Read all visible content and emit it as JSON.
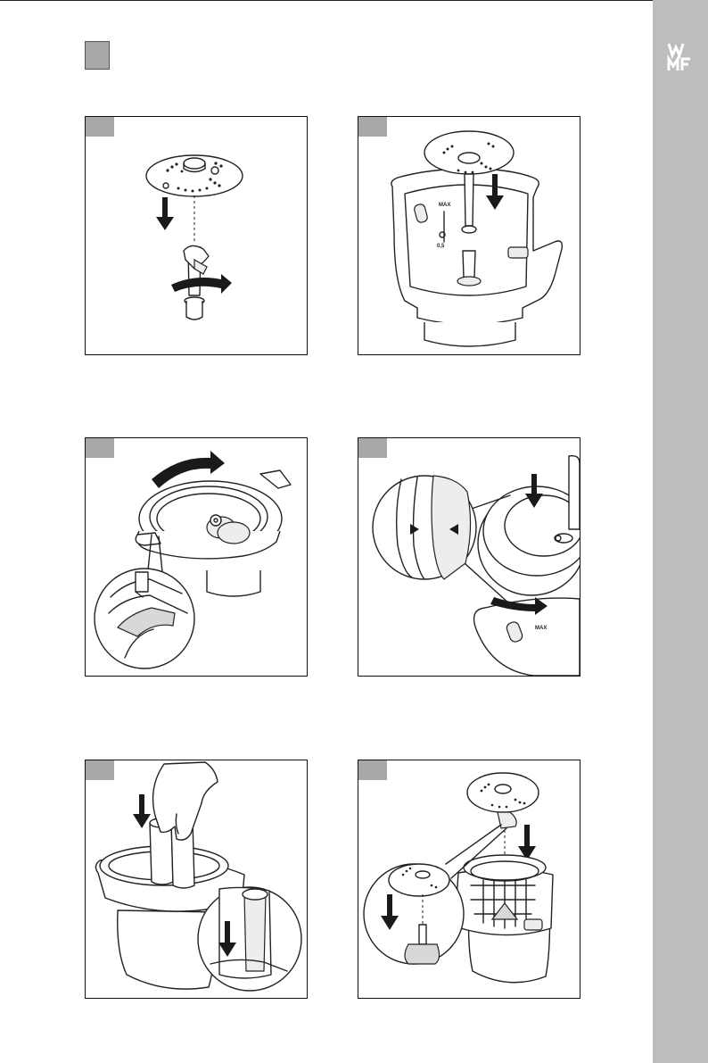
{
  "brand": {
    "sidebar_color": "#bdbdbd",
    "logo_icon": "wmf-logo-icon"
  },
  "steps": [
    {
      "id": 1,
      "tab_color": "#a8a8a8",
      "max_label": "",
      "scale_label": ""
    },
    {
      "id": 2,
      "tab_color": "#a8a8a8",
      "max_label": "MAX",
      "scale_label": "0,5"
    },
    {
      "id": 3,
      "tab_color": "#a8a8a8"
    },
    {
      "id": 4,
      "tab_color": "#a8a8a8",
      "max_label": "MAX"
    },
    {
      "id": 5,
      "tab_color": "#a8a8a8"
    },
    {
      "id": 6,
      "tab_color": "#a8a8a8"
    }
  ]
}
